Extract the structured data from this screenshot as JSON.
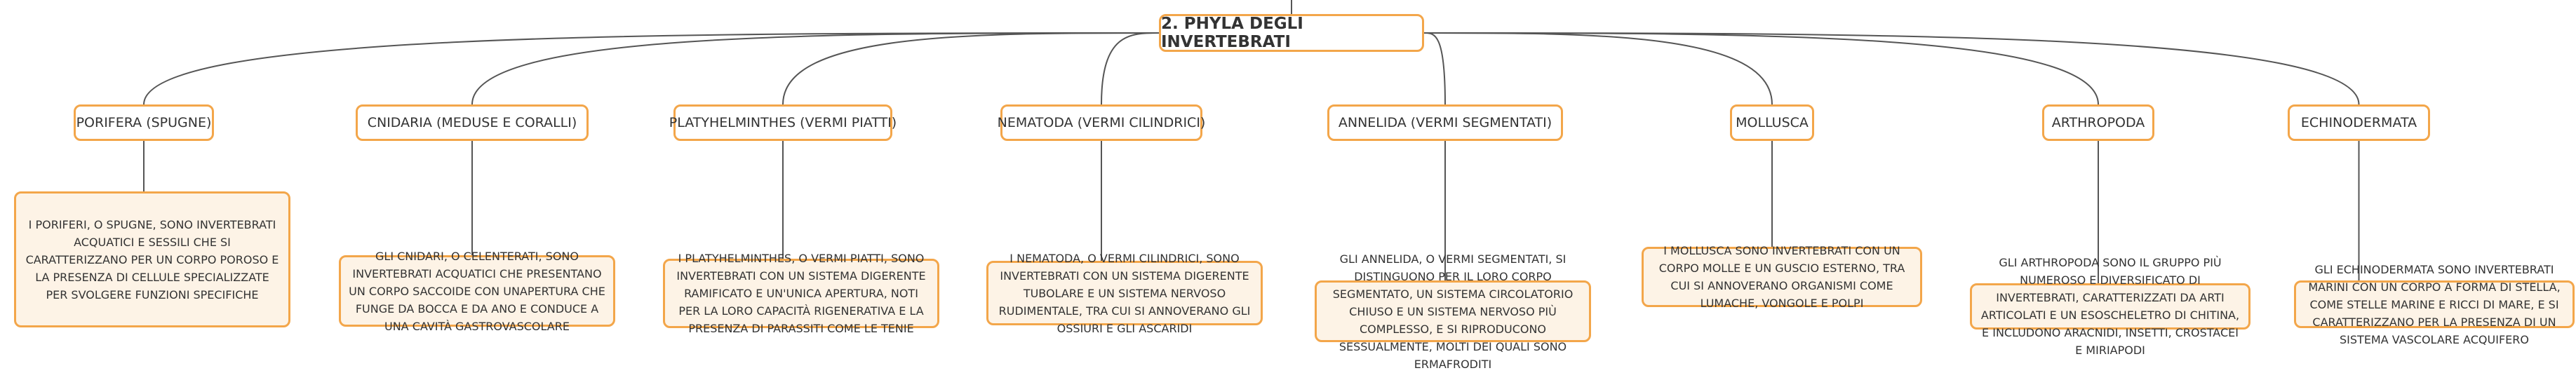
{
  "root": {
    "label": "2. PHYLA DEGLI INVERTEBRATI"
  },
  "phyla": [
    {
      "name": "PORIFERA (SPUGNE)",
      "description": "I PORIFERI, O SPUGNE, SONO INVERTEBRATI ACQUATICI E SESSILI CHE SI CARATTERIZZANO PER UN CORPO POROSO E LA PRESENZA DI CELLULE SPECIALIZZATE PER SVOLGERE FUNZIONI SPECIFICHE"
    },
    {
      "name": "CNIDARIA (MEDUSE E CORALLI)",
      "description": "GLI CNIDARI, O CELENTERATI, SONO INVERTEBRATI ACQUATICI CHE PRESENTANO UN CORPO SACCOIDE CON UNAPERTURA CHE FUNGE DA BOCCA E DA ANO E CONDUCE A UNA CAVITÀ GASTROVASCOLARE"
    },
    {
      "name": "PLATYHELMINTHES (VERMI PIATTI)",
      "description": "I PLATYHELMINTHES, O VERMI PIATTI, SONO INVERTEBRATI CON UN SISTEMA DIGERENTE RAMIFICATO E UN'UNICA APERTURA, NOTI PER LA LORO CAPACITÀ RIGENERATIVA E LA PRESENZA DI PARASSITI COME LE TENIE"
    },
    {
      "name": "NEMATODA (VERMI CILINDRICI)",
      "description": "I NEMATODA, O VERMI CILINDRICI, SONO INVERTEBRATI CON UN SISTEMA DIGERENTE TUBOLARE E UN SISTEMA NERVOSO RUDIMENTALE, TRA CUI SI ANNOVERANO GLI OSSIURI E GLI ASCARIDI"
    },
    {
      "name": "ANNELIDA (VERMI SEGMENTATI)",
      "description": "GLI ANNELIDA, O VERMI SEGMENTATI, SI DISTINGUONO PER IL LORO CORPO SEGMENTATO, UN SISTEMA CIRCOLATORIO CHIUSO E UN SISTEMA NERVOSO PIÙ COMPLESSO, E SI RIPRODUCONO SESSUALMENTE, MOLTI DEI QUALI SONO ERMAFRODITI"
    },
    {
      "name": "MOLLUSCA",
      "description": "I MOLLUSCA SONO INVERTEBRATI CON UN CORPO MOLLE E UN GUSCIO ESTERNO, TRA CUI SI ANNOVERANO ORGANISMI COME LUMACHE, VONGOLE E POLPI"
    },
    {
      "name": "ARTHROPODA",
      "description": "GLI ARTHROPODA SONO IL GRUPPO PIÙ NUMEROSO E DIVERSIFICATO DI INVERTEBRATI, CARATTERIZZATI DA ARTI ARTICOLATI E UN ESOSCHELETRO DI CHITINA, E INCLUDONO ARACNIDI, INSETTI, CROSTACEI E MIRIAPODI"
    },
    {
      "name": "ECHINODERMATA",
      "description": "GLI ECHINODERMATA SONO INVERTEBRATI MARINI CON UN CORPO A FORMA DI STELLA, COME STELLE MARINE E RICCI DI MARE, E SI CARATTERIZZANO PER LA PRESENZA DI UN SISTEMA VASCOLARE ACQUIFERO"
    }
  ]
}
